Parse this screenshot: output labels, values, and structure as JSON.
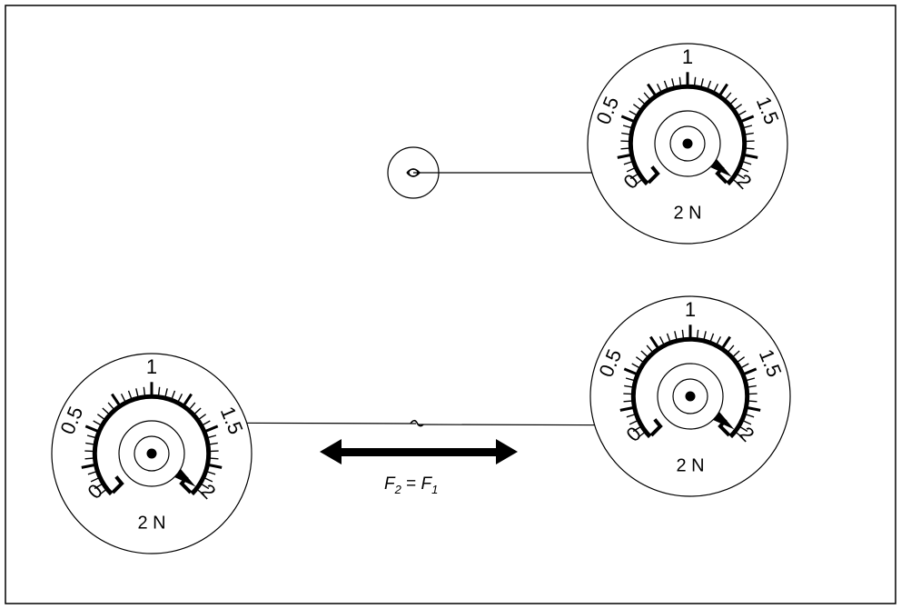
{
  "gauges": [
    {
      "id": "top",
      "unit_label": "2 N",
      "scale_labels": [
        "0",
        "0.5",
        "1",
        "1.5",
        "2"
      ],
      "scale_max": 2,
      "reading": 0
    },
    {
      "id": "bottom-right",
      "unit_label": "2 N",
      "scale_labels": [
        "0",
        "0.5",
        "1",
        "1.5",
        "2"
      ],
      "scale_max": 2,
      "reading": 0
    },
    {
      "id": "bottom-left",
      "unit_label": "2 N",
      "scale_labels": [
        "0",
        "0.5",
        "1",
        "1.5",
        "2"
      ],
      "scale_max": 2,
      "reading": 0
    }
  ],
  "caption": {
    "f2_letter": "F",
    "f2_sub": "2",
    "equals": " = ",
    "f1_letter": "F",
    "f1_sub": "1"
  },
  "colors": {
    "line": "#000000",
    "background": "#ffffff"
  }
}
